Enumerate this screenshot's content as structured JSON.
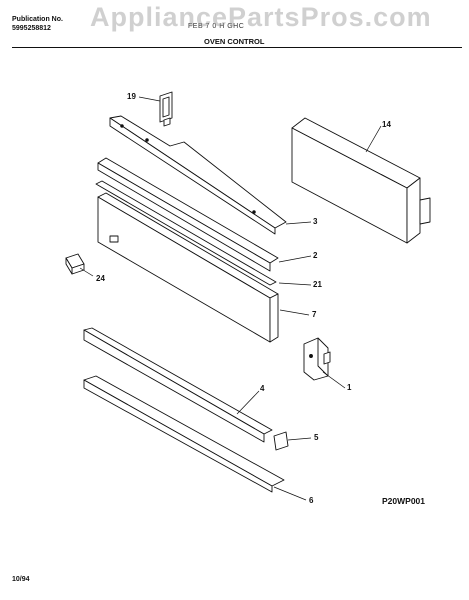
{
  "header": {
    "publication_label": "Publication No.",
    "publication_number": "5995258812",
    "model_fragment": "FEB 7   0   H  GHC",
    "section_title": "OVEN CONTROL"
  },
  "watermark": "AppliancePartsPros.com",
  "callouts": {
    "c19": "19",
    "c14": "14",
    "c3": "3",
    "c2": "2",
    "c21": "21",
    "c24": "24",
    "c7": "7",
    "c1": "1",
    "c4": "4",
    "c5": "5",
    "c6": "6"
  },
  "drawing_code": "P20WP001",
  "date_code": "10/94"
}
